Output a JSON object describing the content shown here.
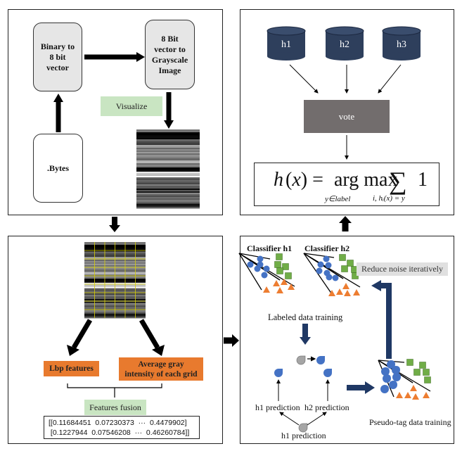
{
  "panel_preprocess": {
    "binary_box": "Binary to 8 bit vector",
    "binary_lines": [
      "Binary to",
      "8 bit",
      "vector"
    ],
    "grayscale_lines": [
      "8 Bit",
      "vector to",
      "Grayscale",
      "Image"
    ],
    "bytes_box": ".Bytes",
    "visualize_label": "Visualize",
    "image_icon": "grayscale-malware-image"
  },
  "panel_ensemble": {
    "classifiers": [
      "h1",
      "h2",
      "h3"
    ],
    "vote_label": "vote",
    "formula": {
      "lhs": "h(x) = ",
      "op": "arg max",
      "sum": "∑",
      "rhs": "1",
      "sub_argmax": "y∈label",
      "sub_sum": "i, hᵢ(x) = y"
    }
  },
  "panel_features": {
    "lbp_label": "Lbp features",
    "avg_lines": [
      "Average gray",
      "intensity of each grid"
    ],
    "fusion_label": "Features fusion",
    "matrix_rows": [
      "[[0.11684451  0.07230373  ···  0.4479902]",
      " [0.1227944  0.07546208  ···  0.46260784]]"
    ]
  },
  "panel_cotraining": {
    "classifier_h1_title": "Classifier h1",
    "classifier_h2_title": "Classifier h2",
    "reduce_noise_label": "Reduce noise iteratively",
    "labeled_training_label": "Labeled data training",
    "h1_prediction_left": "h1 prediction",
    "h2_prediction_right": "h2 prediction",
    "h1_prediction_bottom": "h1 prediction",
    "pseudo_tag_label": "Pseudo-tag data training"
  },
  "colors": {
    "navy": "#1f3864",
    "cylinder": "#2e3f5c",
    "blue_point": "#4472c4",
    "green_point": "#70ad47",
    "orange_point": "#ed7d31",
    "gray_point": "#a5a5a5",
    "vote_box": "#726d6d",
    "visualize_bg": "#c9e5c2",
    "orange_label": "#e87a2e",
    "reduce_noise_bg": "#e0e0e0"
  }
}
